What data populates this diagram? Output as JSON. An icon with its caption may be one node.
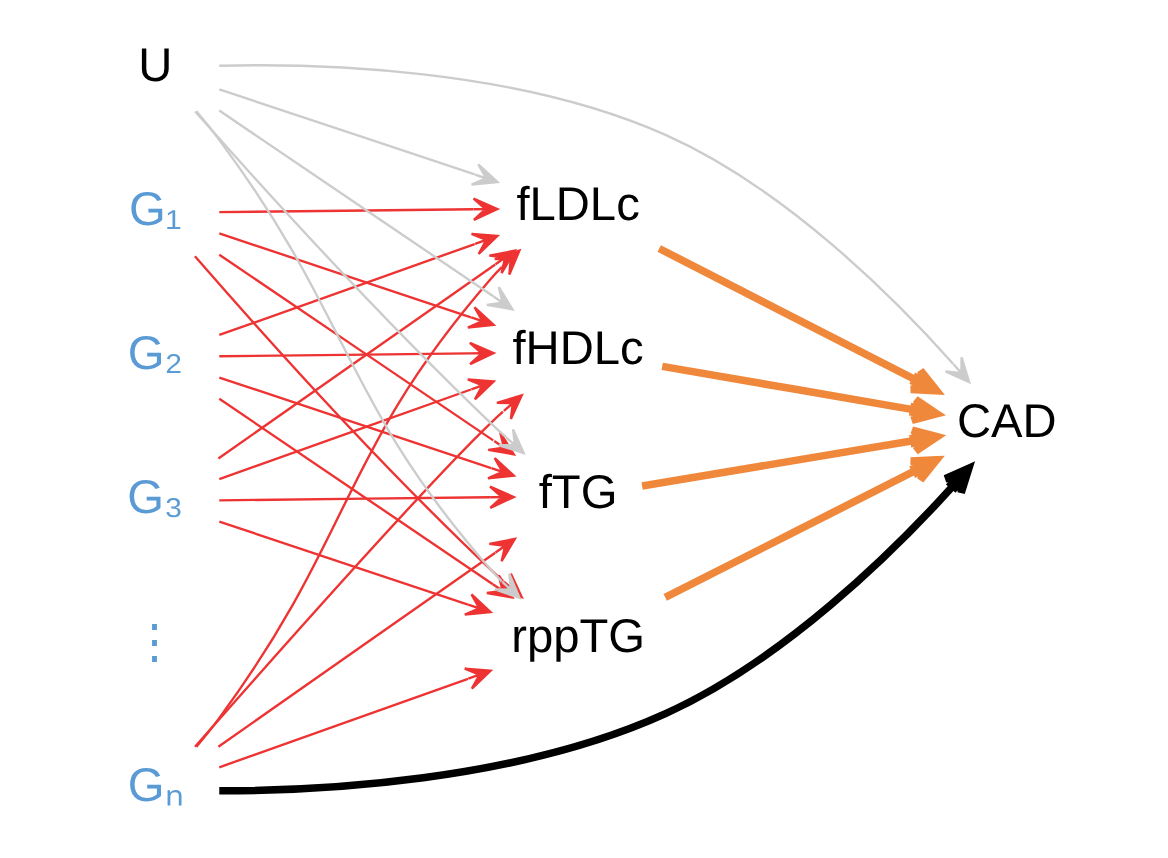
{
  "diagram": {
    "nodes": [
      {
        "text": [
          "G₁"
        ]
      },
      {
        "text": [
          "G₂"
        ]
      },
      {
        "text": [
          "G₃"
        ]
      },
      {
        "text": [
          "Gₙ"
        ]
      },
      {
        "text": [
          "fLDLc"
        ]
      },
      {
        "text": [
          "fHDLc"
        ]
      },
      {
        "text": [
          "fTG"
        ]
      },
      {
        "text": [
          "rppTG"
        ]
      },
      {
        "text": [
          "U"
        ]
      },
      {
        "text": [
          "CAD"
        ]
      }
    ],
    "edges": [
      {
        "from": 0,
        "to": 4,
        "arrow": "to"
      },
      {
        "from": 0,
        "to": 5,
        "arrow": "to"
      },
      {
        "from": 0,
        "to": 6,
        "arrow": "to"
      },
      {
        "from": 0,
        "to": 7,
        "arrow": "to"
      },
      {
        "from": 1,
        "to": 4,
        "arrow": "to"
      },
      {
        "from": 1,
        "to": 5,
        "arrow": "to"
      },
      {
        "from": 1,
        "to": 6,
        "arrow": "to"
      },
      {
        "from": 1,
        "to": 7,
        "arrow": "to"
      },
      {
        "from": 2,
        "to": 4,
        "arrow": "to"
      },
      {
        "from": 2,
        "to": 5,
        "arrow": "to"
      },
      {
        "from": 2,
        "to": 6,
        "arrow": "to"
      },
      {
        "from": 2,
        "to": 7,
        "arrow": "to"
      },
      {
        "from": 3,
        "to": 4,
        "arrow": "to"
      },
      {
        "from": 3,
        "to": 5,
        "arrow": "to"
      },
      {
        "from": 3,
        "to": 6,
        "arrow": "to"
      },
      {
        "from": 3,
        "to": 7,
        "arrow": "to"
      },
      {
        "from": 8,
        "to": 4,
        "arrow": "to",
        "color": "#cccccc"
      },
      {
        "from": 8,
        "to": 5,
        "arrow": "to",
        "color": "#cccccc"
      },
      {
        "from": 8,
        "to": 6,
        "arrow": "to",
        "color": "#cccccc"
      },
      {
        "from": 8,
        "to": 7,
        "arrow": "to",
        "color": "#cccccc"
      },
      {
        "from": 8,
        "to": 9,
        "arrow": "to",
        "color": "#cccccc"
      },
      {
        "from": 4,
        "to": 9,
        "arrow": "to",
        "style": "thick",
        "color": "#f0883c"
      },
      {
        "from": 5,
        "to": 9,
        "arrow": "to",
        "style": "thick",
        "color": "#f0883c"
      },
      {
        "from": 6,
        "to": 9,
        "arrow": "to",
        "style": "thick",
        "color": "#f0883c"
      },
      {
        "from": 7,
        "to": 9,
        "arrow": "to",
        "style": "thick",
        "color": "#f0883c"
      },
      {
        "from": 3,
        "to": 9,
        "arrow": "to",
        "style": "thick",
        "color": "#000000"
      }
    ],
    "labels": [
      "⋮"
    ]
  }
}
